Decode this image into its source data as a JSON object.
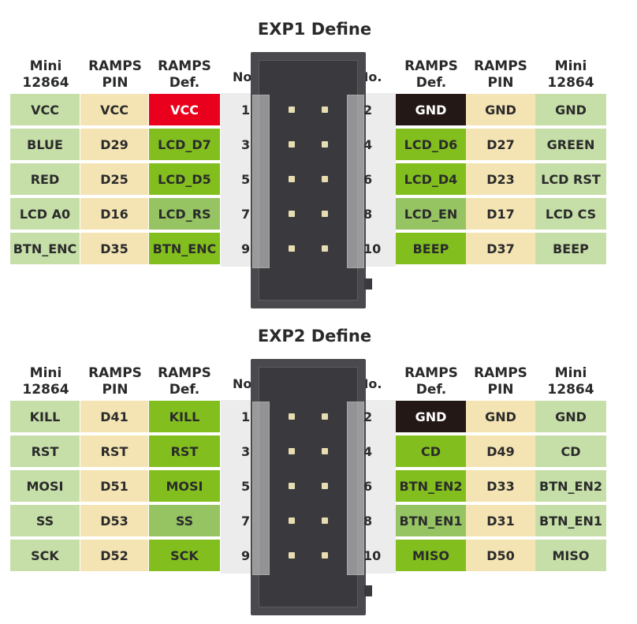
{
  "palette": {
    "mini": "#c6dfa8",
    "ramps_pin": "#f5e4b3",
    "ramps_def": "#82bf1e",
    "ramps_def_alt": "#96c463",
    "vcc": "#e8001c",
    "gnd": "#231815",
    "gnd_text": "#ffffff",
    "vcc_text": "#ffffff",
    "pin_band": "#ececec",
    "connector": "#4a4a4e",
    "pin_dot": "#e8ddb0"
  },
  "headers": {
    "mini": [
      "Mini",
      "12864"
    ],
    "ramps_pin": [
      "RAMPS",
      "PIN"
    ],
    "ramps_def": [
      "RAMPS",
      "Def."
    ],
    "no": "No."
  },
  "exp1": {
    "title": "EXP1 Define",
    "left": [
      {
        "mini": "VCC",
        "pin": "VCC",
        "def": "VCC",
        "def_style": "vcc",
        "no": "1"
      },
      {
        "mini": "BLUE",
        "pin": "D29",
        "def": "LCD_D7",
        "def_style": "green",
        "no": "3"
      },
      {
        "mini": "RED",
        "pin": "D25",
        "def": "LCD_D5",
        "def_style": "green",
        "no": "5"
      },
      {
        "mini": "LCD A0",
        "pin": "D16",
        "def": "LCD_RS",
        "def_style": "alt",
        "no": "7"
      },
      {
        "mini": "BTN_ENC",
        "pin": "D35",
        "def": "BTN_ENC",
        "def_style": "green",
        "no": "9"
      }
    ],
    "right": [
      {
        "no": "2",
        "def": "GND",
        "def_style": "gnd",
        "pin": "GND",
        "mini": "GND"
      },
      {
        "no": "4",
        "def": "LCD_D6",
        "def_style": "green",
        "pin": "D27",
        "mini": "GREEN"
      },
      {
        "no": "6",
        "def": "LCD_D4",
        "def_style": "green",
        "pin": "D23",
        "mini": "LCD RST"
      },
      {
        "no": "8",
        "def": "LCD_EN",
        "def_style": "alt",
        "pin": "D17",
        "mini": "LCD CS"
      },
      {
        "no": "10",
        "def": "BEEP",
        "def_style": "green",
        "pin": "D37",
        "mini": "BEEP"
      }
    ]
  },
  "exp2": {
    "title": "EXP2 Define",
    "left": [
      {
        "mini": "KILL",
        "pin": "D41",
        "def": "KILL",
        "def_style": "green",
        "no": "1"
      },
      {
        "mini": "RST",
        "pin": "RST",
        "def": "RST",
        "def_style": "green",
        "no": "3"
      },
      {
        "mini": "MOSI",
        "pin": "D51",
        "def": "MOSI",
        "def_style": "green",
        "no": "5"
      },
      {
        "mini": "SS",
        "pin": "D53",
        "def": "SS",
        "def_style": "alt",
        "no": "7"
      },
      {
        "mini": "SCK",
        "pin": "D52",
        "def": "SCK",
        "def_style": "green",
        "no": "9"
      }
    ],
    "right": [
      {
        "no": "2",
        "def": "GND",
        "def_style": "gnd",
        "pin": "GND",
        "mini": "GND"
      },
      {
        "no": "4",
        "def": "CD",
        "def_style": "green",
        "pin": "D49",
        "mini": "CD"
      },
      {
        "no": "6",
        "def": "BTN_EN2",
        "def_style": "green",
        "pin": "D33",
        "mini": "BTN_EN2"
      },
      {
        "no": "8",
        "def": "BTN_EN1",
        "def_style": "alt",
        "pin": "D31",
        "mini": "BTN_EN1"
      },
      {
        "no": "10",
        "def": "MISO",
        "def_style": "green",
        "pin": "D50",
        "mini": "MISO"
      }
    ]
  }
}
